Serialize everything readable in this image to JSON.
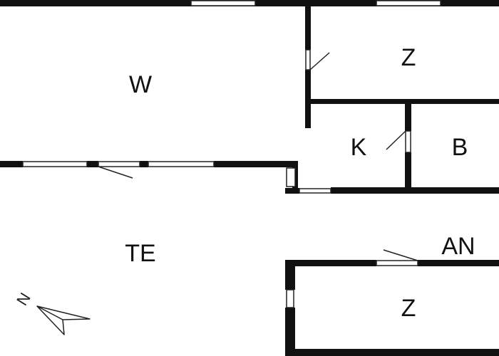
{
  "rooms": {
    "living": "W",
    "bedroom_top": "Z",
    "kitchen": "K",
    "bathroom": "B",
    "terrace": "TE",
    "annex": "AN",
    "bedroom_bottom": "Z"
  },
  "compass": {
    "label": "N"
  },
  "colors": {
    "wall": "#111111",
    "background": "#ffffff",
    "window_frame": "#222222",
    "door_swing": "#222222"
  }
}
